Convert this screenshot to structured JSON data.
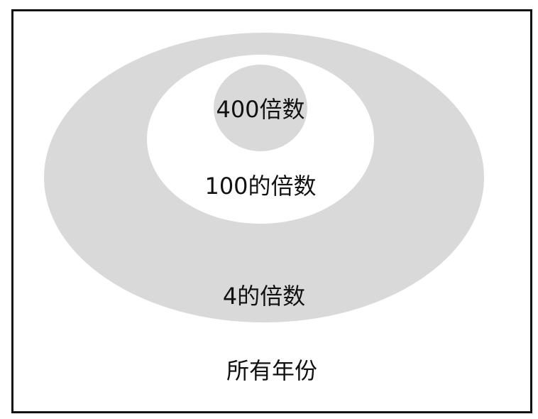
{
  "diagram": {
    "regions": {
      "all_years": "所有年份",
      "multiple_of_4": "4的倍数",
      "multiple_of_100": "100的倍数",
      "multiple_of_400": "400倍数"
    },
    "colors": {
      "shaded": "#d9d9d9",
      "unshaded": "#ffffff",
      "border": "#111111",
      "text": "#111111"
    }
  }
}
